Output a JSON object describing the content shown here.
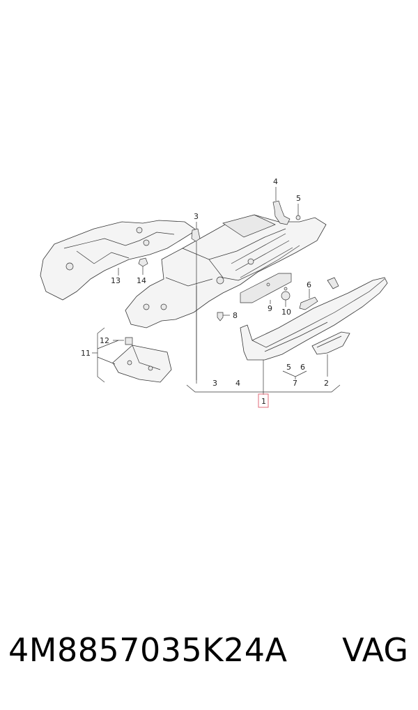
{
  "callouts": {
    "c1": "1",
    "c2": "2",
    "c3a": "3",
    "c3b": "3",
    "c4a": "4",
    "c4b": "4",
    "c5a": "5",
    "c5b": "5",
    "c6a": "6",
    "c6b": "6",
    "c7": "7",
    "c8": "8",
    "c9": "9",
    "c10": "10",
    "c11": "11",
    "c12": "12",
    "c13": "13",
    "c14": "14"
  },
  "footer": {
    "part_number": "4M8857035K24A",
    "brand": "VAG"
  },
  "colors": {
    "highlight_box": "#e26b7a",
    "line": "#333333"
  }
}
